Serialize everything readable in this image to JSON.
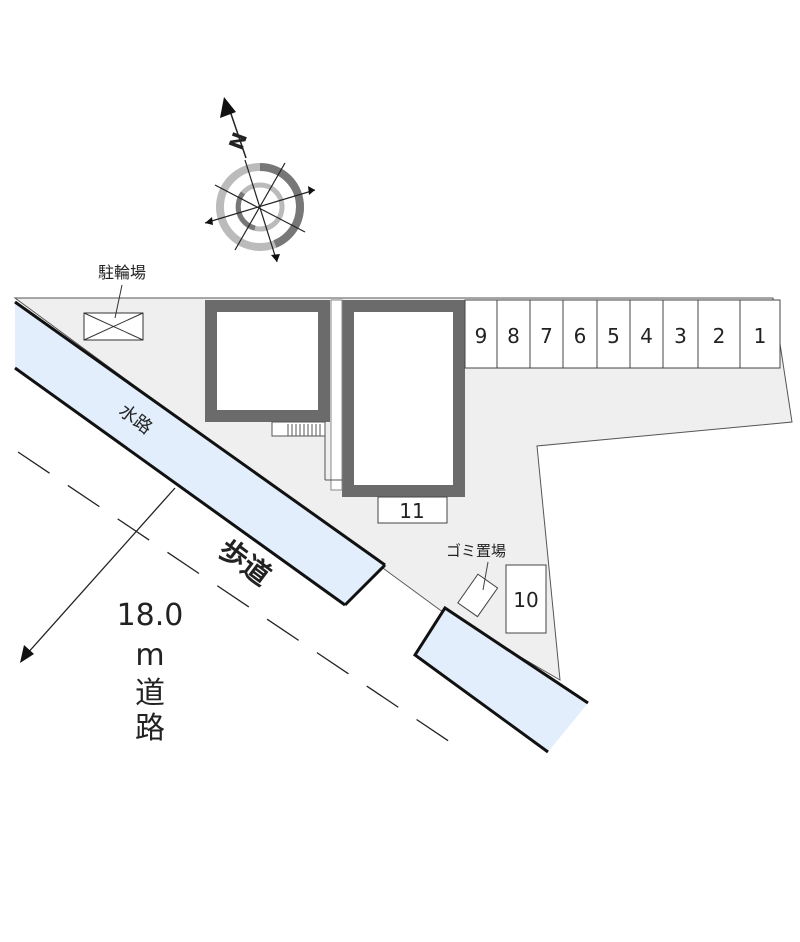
{
  "compass": {
    "north_label": "N"
  },
  "labels": {
    "bicycle_parking": "駐輪場",
    "waterway": "水路",
    "sidewalk": "歩道",
    "garbage_area": "ゴミ置場",
    "road_width": "18.0",
    "road_unit": "m",
    "road_char1": "道",
    "road_char2": "路"
  },
  "parking_spaces": [
    "9",
    "8",
    "7",
    "6",
    "5",
    "4",
    "3",
    "2",
    "1"
  ],
  "extra_spaces": {
    "space_11": "11",
    "space_10": "10"
  },
  "colors": {
    "lot": "#efefef",
    "water": "#e3eefc",
    "wall": "#6b6b6b"
  }
}
